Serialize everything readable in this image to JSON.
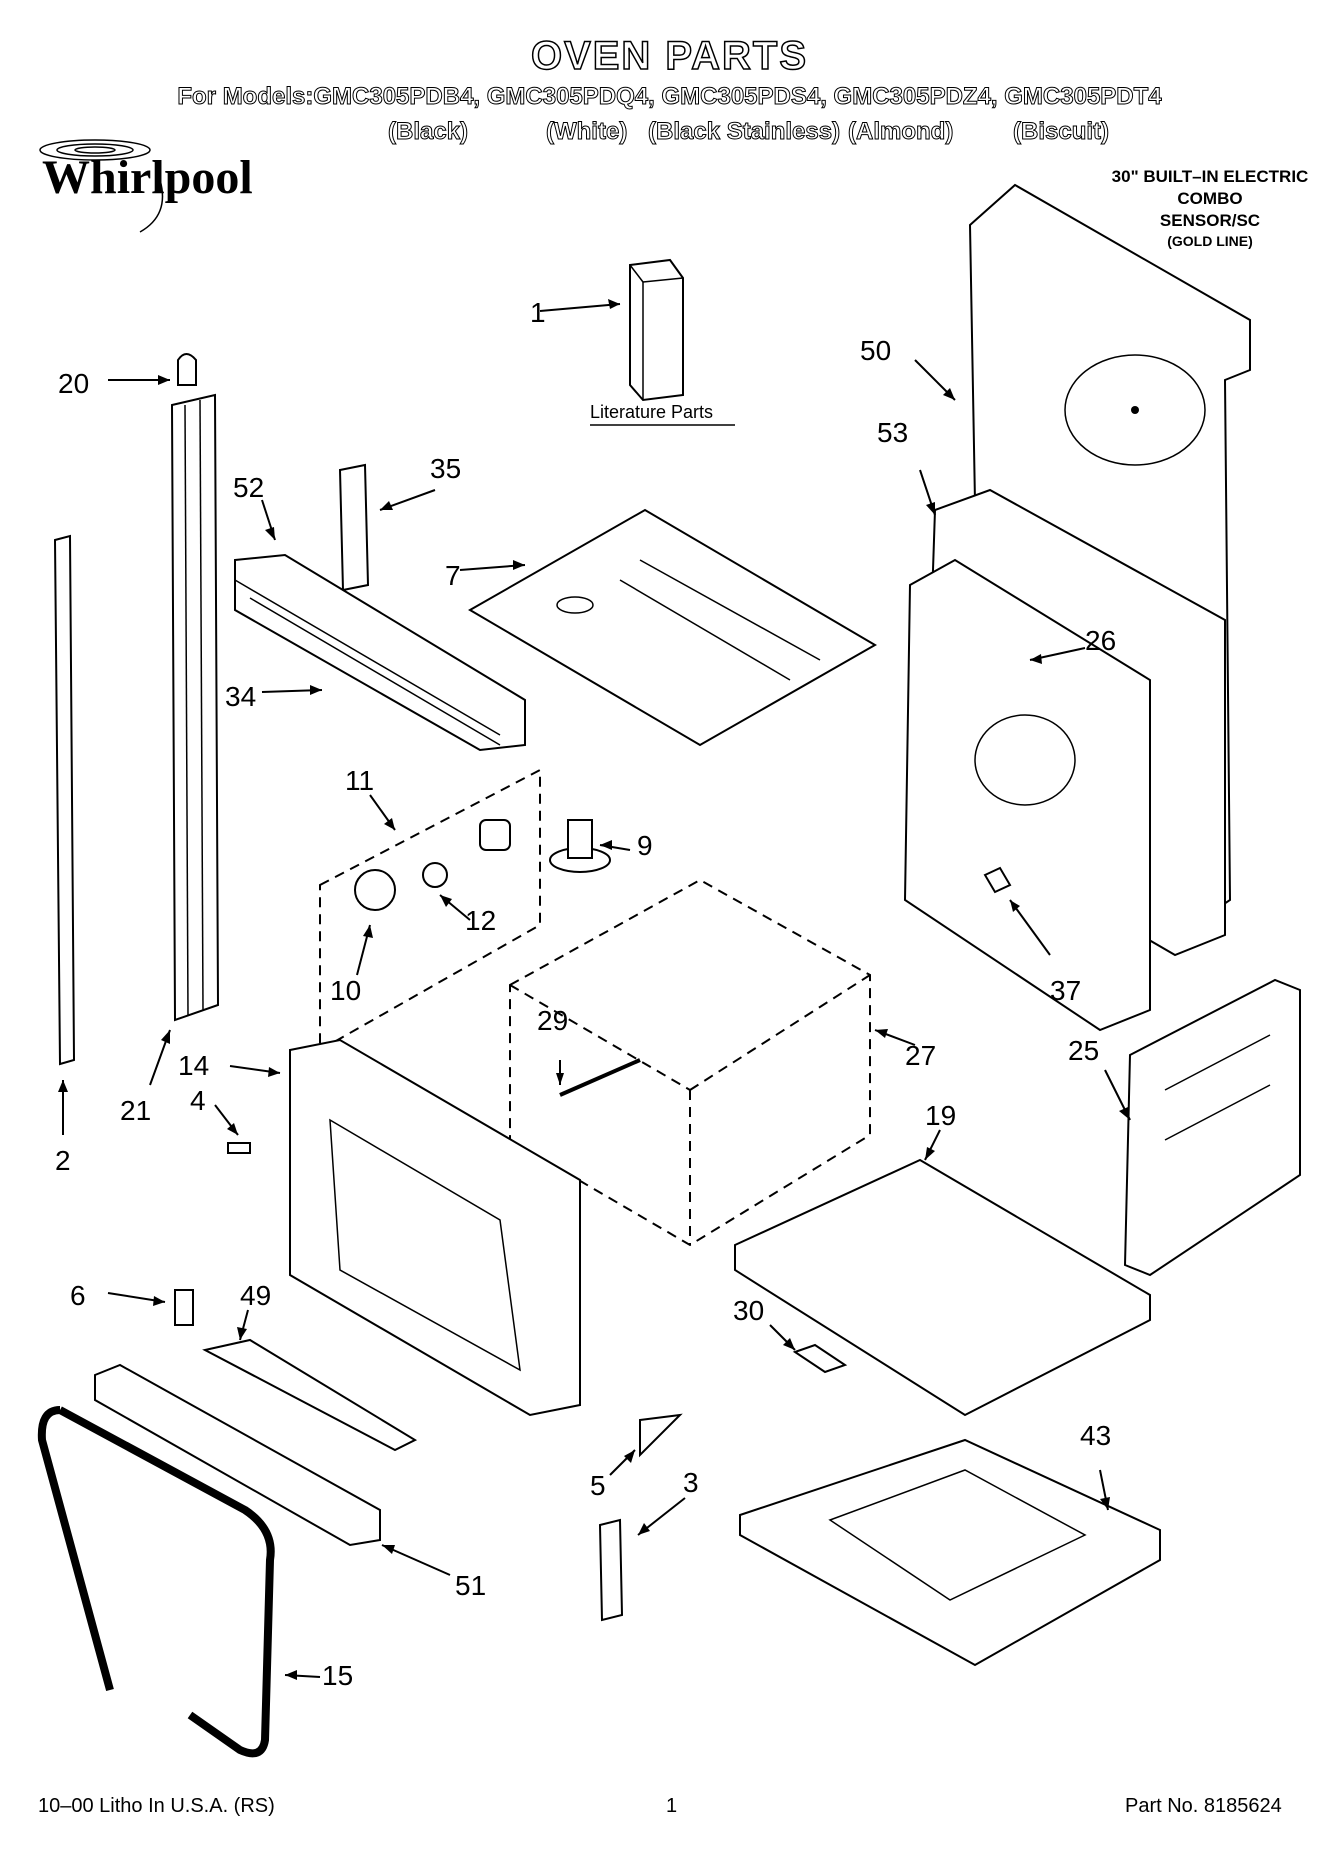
{
  "header": {
    "title": "OVEN PARTS",
    "models": "For Models:GMC305PDB4, GMC305PDQ4, GMC305PDS4, GMC305PDZ4, GMC305PDT4",
    "colors": [
      "(Black)",
      "(White)",
      "(Black Stainless)",
      "(Almond)",
      "(Biscuit)"
    ]
  },
  "brand": {
    "logo": "Whirlpool"
  },
  "spec": {
    "line1": "30\" BUILT–IN ELECTRIC",
    "line2": "COMBO",
    "line3": "SENSOR/SC",
    "line4": "(GOLD LINE)"
  },
  "literature_label": "Literature Parts",
  "part_labels": {
    "p1": "1",
    "p2": "2",
    "p3": "3",
    "p4": "4",
    "p5": "5",
    "p6": "6",
    "p7": "7",
    "p9": "9",
    "p10": "10",
    "p11": "11",
    "p12": "12",
    "p14": "14",
    "p15": "15",
    "p19": "19",
    "p20": "20",
    "p21": "21",
    "p25": "25",
    "p26": "26",
    "p27": "27",
    "p29": "29",
    "p30": "30",
    "p34": "34",
    "p35": "35",
    "p37": "37",
    "p43": "43",
    "p49": "49",
    "p50": "50",
    "p51": "51",
    "p52": "52",
    "p53": "53"
  },
  "footer": {
    "left": "10–00 Litho In U.S.A. (RS)",
    "page": "1",
    "part_no": "Part No. 8185624"
  }
}
